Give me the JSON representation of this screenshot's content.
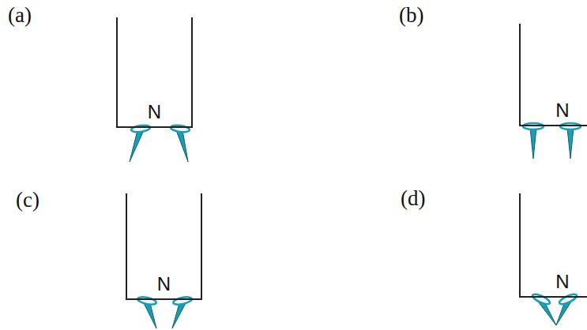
{
  "diagram": {
    "nodes": [
      {
        "text": [
          "N"
        ]
      },
      {
        "text": [
          "N"
        ]
      },
      {
        "text": [
          "N"
        ]
      },
      {
        "text": [
          "N"
        ]
      }
    ],
    "labels": [
      "(a)",
      "(b)",
      "(c)",
      "(d)"
    ]
  }
}
